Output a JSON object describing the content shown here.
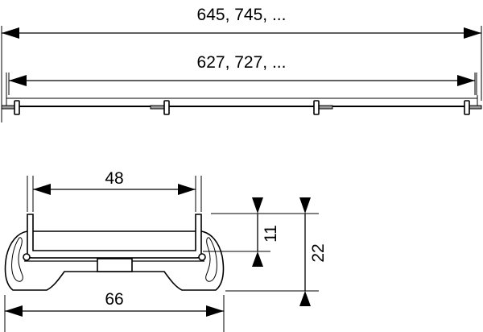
{
  "drawing": {
    "title": "Drain channel profile dimension drawing",
    "top_view": {
      "overall_length_label": "645, 745, ...",
      "inner_length_label": "627, 727, ..."
    },
    "section_view": {
      "inner_width_label": "48",
      "outer_width_label": "66",
      "upper_height_label": "11",
      "total_height_label": "22"
    },
    "colors": {
      "line": "#000000",
      "background": "#ffffff",
      "bracket_fill": "#9a9a9a"
    }
  }
}
